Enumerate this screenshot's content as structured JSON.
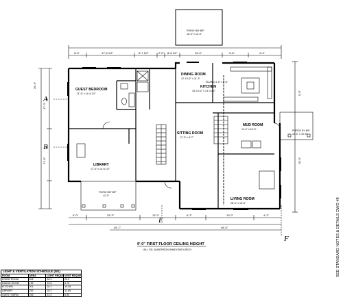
{
  "rooms": {
    "guest_bedroom": {
      "name": "GUEST BEDROOM",
      "size": "11'-6\" x 14'-6 1/2\""
    },
    "dining_room": {
      "name": "DINING ROOM",
      "size": "12'-0 1/2\" x 11'-3\""
    },
    "kitchen": {
      "name": "KITCHEN",
      "size": "15'-0 1/2\" x 13'-4 1/2\""
    },
    "sitting_room": {
      "name": "SITTING ROOM",
      "size": "17'-0\" x 8'-7\""
    },
    "mud_room": {
      "name": "MUD ROOM",
      "size": "11'-4\" x 10'-6\""
    },
    "library": {
      "name": "LIBRARY",
      "size": "17'-6\" x 14'-6 1/2\""
    },
    "living_room": {
      "name": "LIVING ROOM",
      "size": "28'-0\" x 15'-5\""
    },
    "porch_top": {
      "name": "PORCH BY B/P",
      "size": "16'-0\" x 14'-6\""
    },
    "porch_left": {
      "name": "PORCH BY B/P",
      "size": "12'-0\""
    },
    "porch_right": {
      "name": "PORCH BY B/P",
      "size": "10'-0\" x 10'-6\""
    },
    "island_label": {
      "name": "ISLAND 4'-0\" x 6'-6\""
    }
  },
  "grid_labels": {
    "a": "A",
    "b": "B",
    "e": "E",
    "f": "F"
  },
  "dimensions": {
    "top": [
      "6'-0\"",
      "17'-6 1/2\"",
      "8'-7 1/2\"",
      "2'-0\"",
      "8'-6 1/2\"",
      "16'-0\"",
      "9'-6\"",
      "4'-4\""
    ],
    "bottom": [
      "6'-0\"",
      "23'-3\"",
      "12'-0\"",
      "6'-2\"",
      "10'-0\"",
      "4'-2\""
    ],
    "bottom2": [
      "49'-7\"",
      "48'-0\""
    ],
    "left": [
      "26'-4\"",
      "17'-0\"",
      "21'-8\""
    ],
    "right": [
      "28'-0\"",
      "5'-0\""
    ]
  },
  "title": {
    "main": "9'-0\" FIRST FLOOR CEILING HEIGHT",
    "sub": "*ALL SD, ANDERSON WINDOWS USED*"
  },
  "side_note": "SEE STANDARD NOTES & DETAILS DWG #8",
  "schedule": {
    "title": "LIGHT & VENTILATION SCHEDULE (W1)",
    "headers": [
      "ROOM",
      "AREA",
      "LIGHT REQUIRED",
      "VENT REQUIRED"
    ],
    "rows": [
      [
        "LIVING ROOM",
        "404",
        "32.3",
        "20.2"
      ],
      [
        "DINING ROOM",
        "135",
        "10.8",
        "6.75"
      ],
      [
        "KITCHEN",
        "201",
        "16.1",
        "10.05"
      ],
      [
        "LIBRARY",
        "253",
        "20.2",
        "12.65"
      ],
      [
        "GUEST BDRM",
        "166",
        "13.3",
        "8.30"
      ]
    ]
  }
}
